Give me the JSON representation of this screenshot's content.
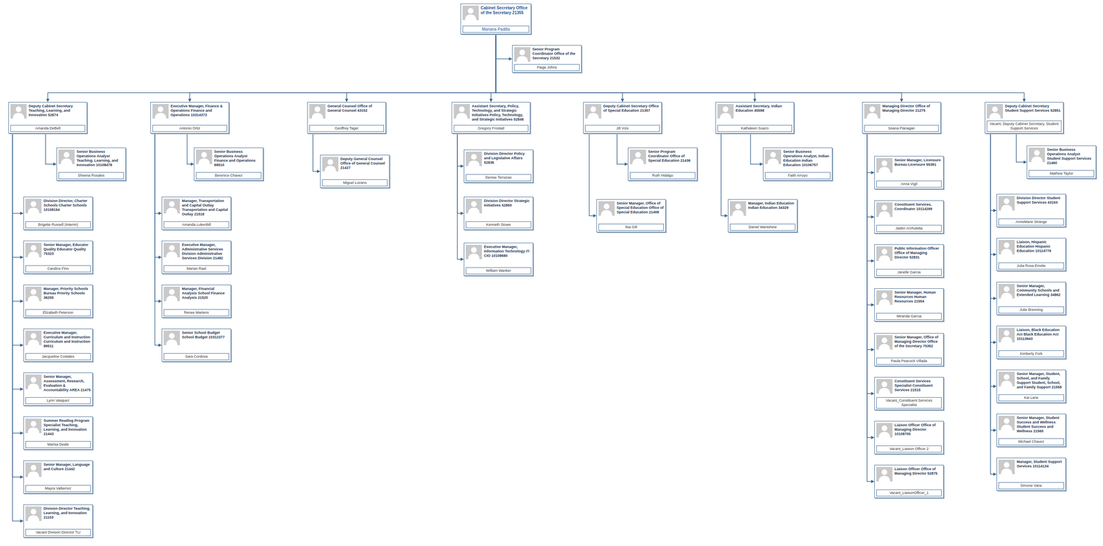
{
  "diagram": {
    "nodes": [
      {
        "text": [
          "Cabinet Secretary Office of the Secretary 21355",
          "Mariana Padilla"
        ]
      },
      {
        "text": [
          "Senior Program Coordinator Office of the Secretary 21532",
          "Paige Johns"
        ]
      },
      {
        "text": [
          "Deputy Cabinet Secretary Teaching, Learning, and Innovation 52874",
          "Amanda DeBell"
        ]
      },
      {
        "text": [
          "Senior Business Operations Analyst Teaching, Learning, and Innovation 10108478",
          "Sheena Rosales"
        ]
      },
      {
        "text": [
          "Division Director, Charter Schools Charter Schools 10108194",
          "Brigette Russell (Interim)"
        ]
      },
      {
        "text": [
          "Senior Manager, Educator Quality Educator Quality 75323",
          "Candice Finn"
        ]
      },
      {
        "text": [
          "Manager, Priority Schools Bureau Priority Schools 36255",
          "Elizabeth Peterson"
        ]
      },
      {
        "text": [
          "Executive Manager, Curriculum and Instruction Curriculum and Instruction 89511",
          "Jacqueline Costales"
        ]
      },
      {
        "text": [
          "Senior Manager, Assessment, Research, Evaluation & Accountability AREA 21475",
          "Lynn Vasquez"
        ]
      },
      {
        "text": [
          "Summer Reading Program Specialist Teaching, Learning, and Innovation 21443",
          "Marisa Deale"
        ]
      },
      {
        "text": [
          "Senior Manager, Language and Culture 21442",
          "Mayra Valtierrez"
        ]
      },
      {
        "text": [
          "Division Director Teaching, Learning, and Innovation 21103",
          "Vacant Division Director TLI"
        ]
      },
      {
        "text": [
          "Executive Manager, Finance & Operations Finance and Operations 10314373",
          "Antonio Ortiz"
        ]
      },
      {
        "text": [
          "Senior Business Operations Analyst Finance and Operations 69510",
          "Berenice Chavez"
        ]
      },
      {
        "text": [
          "Manager, Transportation and Capital Outlay Transportation and Capital Outlay 21518",
          "Amanda Lukenbill"
        ]
      },
      {
        "text": [
          "Executive Manager, Administrative Services Division Administrative Services Division 21482",
          "Marian Rael"
        ]
      },
      {
        "text": [
          "Manager, Financial Analysis School Finance Analysis 21520",
          "Renee Martens"
        ]
      },
      {
        "text": [
          "Senior School Budget School Budget 10312377",
          "Sara Cordova"
        ]
      },
      {
        "text": [
          "General Counsel Office of General Counsel 43152",
          "Geoffrey Tager"
        ]
      },
      {
        "text": [
          "Deputy General Counsel Office of General Counsel 21427",
          "Miguel Lozano"
        ]
      },
      {
        "text": [
          "Assistant Secretary, Policy, Technology, and Strategic Initiatives Policy, Technology, and Strategic Initiatives 52848",
          "Gregory Frostad"
        ]
      },
      {
        "text": [
          "Division Director Policy and Legislative Affairs 52836",
          "Denise Terrazas"
        ]
      },
      {
        "text": [
          "Division Director Strategic Initiatives 52850",
          "Kenneth Stowe"
        ]
      },
      {
        "text": [
          "Executive Manager, Information Technology IT-CIO 10108680",
          "William Wanker"
        ]
      },
      {
        "text": [
          "Deputy Cabinet Secretary Office of Special Education 21357",
          "Jill Vize"
        ]
      },
      {
        "text": [
          "Senior Program Coordinator Office of Special Education 21436",
          "Ruth Hidalgo"
        ]
      },
      {
        "text": [
          "Senior Manager, Office of Special Education Office of Special Education 21408",
          "Ilsa Gill"
        ]
      },
      {
        "text": [
          "Assistant Secretary, Indian Education 45598",
          "Kathaleen Suazo"
        ]
      },
      {
        "text": [
          "Senior Business Operations Analyst, Indian Education Indian Education 10106757",
          "Faith Arroyo"
        ]
      },
      {
        "text": [
          "Manager, Indian Education Indian Education 34329",
          "Daniel Wantshew"
        ]
      },
      {
        "text": [
          "Managing Director Office of Managing Director 21275",
          "Seana Flanagan"
        ]
      },
      {
        "text": [
          "Senior Manager, Licensure Bureau Licensure 55361",
          "Anna Vigil"
        ]
      },
      {
        "text": [
          "Constituent Services, Coordinator 10114299",
          "Jaden Archuletta"
        ]
      },
      {
        "text": [
          "Public Information Officer Office of Managing Director 52831",
          "Janelle Garcia"
        ]
      },
      {
        "text": [
          "Senior Manager, Human Resources Human Resources 21554",
          "Miranda Garcia"
        ]
      },
      {
        "text": [
          "Senior Manager, Office of Managing Director Office of the Secretary 75352",
          "Paula Peacock Villada"
        ]
      },
      {
        "text": [
          "Constituent Services Specialist Constituent Services 21515",
          "Vacant_Constituent Services Specialist"
        ]
      },
      {
        "text": [
          "Liaison Officer Office of Managing Director 10108705",
          "Vacant_Liaison Officer 2"
        ]
      },
      {
        "text": [
          "Liaison Officer Office of Managing Director 52875",
          "Vacant_LiaisonOfficer_1"
        ]
      },
      {
        "text": [
          "Deputy Cabinet Secretary Student Support Services 52851",
          "Vacant, Deputy Cabinet Secretary, Student Support Services"
        ]
      },
      {
        "text": [
          "Senior Business Operations Analyst Student Support Services 21460",
          "Mathew Taylor"
        ]
      },
      {
        "text": [
          "Division Director Student Support Services 43153",
          "AnneMarie Strange"
        ]
      },
      {
        "text": [
          "Liaison, Hispanic Education Hispanic Education 10114776",
          "Julia Rosa Emslie"
        ]
      },
      {
        "text": [
          "Senior Manager, Community Schools and Extended Learning 34862",
          "Julie Brenning"
        ]
      },
      {
        "text": [
          "Liaison, Black Education Act Black Education Act 10113943",
          "Kimberly Fork"
        ]
      },
      {
        "text": [
          "Senior Manager, Student, School, and Family Support Student, School, and Family Support 21558",
          "Kai Lane"
        ]
      },
      {
        "text": [
          "Senior Manager, Student Success and Wellness Student Success and Wellness 21565",
          "Michael Chavez"
        ]
      },
      {
        "text": [
          "Manager, Student Support Services 10114134",
          "Simone Vane"
        ]
      }
    ],
    "edges": [
      {
        "from": 0,
        "to": 1,
        "arrow": "to"
      },
      {
        "from": 0,
        "to": 2,
        "arrow": "to"
      },
      {
        "from": 0,
        "to": 12,
        "arrow": "to"
      },
      {
        "from": 0,
        "to": 18,
        "arrow": "to"
      },
      {
        "from": 0,
        "to": 20,
        "arrow": "to"
      },
      {
        "from": 0,
        "to": 24,
        "arrow": "to"
      },
      {
        "from": 0,
        "to": 27,
        "arrow": "to"
      },
      {
        "from": 0,
        "to": 30,
        "arrow": "to"
      },
      {
        "from": 0,
        "to": 39,
        "arrow": "to"
      },
      {
        "from": 2,
        "to": 3,
        "arrow": "to"
      },
      {
        "from": 2,
        "to": 4,
        "arrow": "to"
      },
      {
        "from": 2,
        "to": 5,
        "arrow": "to"
      },
      {
        "from": 2,
        "to": 6,
        "arrow": "to"
      },
      {
        "from": 2,
        "to": 7,
        "arrow": "to"
      },
      {
        "from": 2,
        "to": 8,
        "arrow": "to"
      },
      {
        "from": 2,
        "to": 9,
        "arrow": "to"
      },
      {
        "from": 2,
        "to": 10,
        "arrow": "to"
      },
      {
        "from": 2,
        "to": 11,
        "arrow": "to"
      },
      {
        "from": 12,
        "to": 13,
        "arrow": "to"
      },
      {
        "from": 12,
        "to": 14,
        "arrow": "to"
      },
      {
        "from": 12,
        "to": 15,
        "arrow": "to"
      },
      {
        "from": 12,
        "to": 16,
        "arrow": "to"
      },
      {
        "from": 12,
        "to": 17,
        "arrow": "to"
      },
      {
        "from": 18,
        "to": 19,
        "arrow": "to"
      },
      {
        "from": 20,
        "to": 21,
        "arrow": "to"
      },
      {
        "from": 20,
        "to": 22,
        "arrow": "to"
      },
      {
        "from": 20,
        "to": 23,
        "arrow": "to"
      },
      {
        "from": 24,
        "to": 25,
        "arrow": "to"
      },
      {
        "from": 24,
        "to": 26,
        "arrow": "to"
      },
      {
        "from": 27,
        "to": 28,
        "arrow": "to"
      },
      {
        "from": 27,
        "to": 29,
        "arrow": "to"
      },
      {
        "from": 30,
        "to": 31,
        "arrow": "to"
      },
      {
        "from": 30,
        "to": 32,
        "arrow": "to"
      },
      {
        "from": 30,
        "to": 33,
        "arrow": "to"
      },
      {
        "from": 30,
        "to": 34,
        "arrow": "to"
      },
      {
        "from": 30,
        "to": 35,
        "arrow": "to"
      },
      {
        "from": 30,
        "to": 36,
        "arrow": "to"
      },
      {
        "from": 30,
        "to": 37,
        "arrow": "to"
      },
      {
        "from": 30,
        "to": 38,
        "arrow": "to"
      },
      {
        "from": 39,
        "to": 40,
        "arrow": "to"
      },
      {
        "from": 39,
        "to": 41,
        "arrow": "to"
      },
      {
        "from": 39,
        "to": 42,
        "arrow": "to"
      },
      {
        "from": 39,
        "to": 43,
        "arrow": "to"
      },
      {
        "from": 39,
        "to": 44,
        "arrow": "to"
      },
      {
        "from": 39,
        "to": 45,
        "arrow": "to"
      },
      {
        "from": 39,
        "to": 46,
        "arrow": "to"
      },
      {
        "from": 39,
        "to": 47,
        "arrow": "to"
      }
    ]
  }
}
